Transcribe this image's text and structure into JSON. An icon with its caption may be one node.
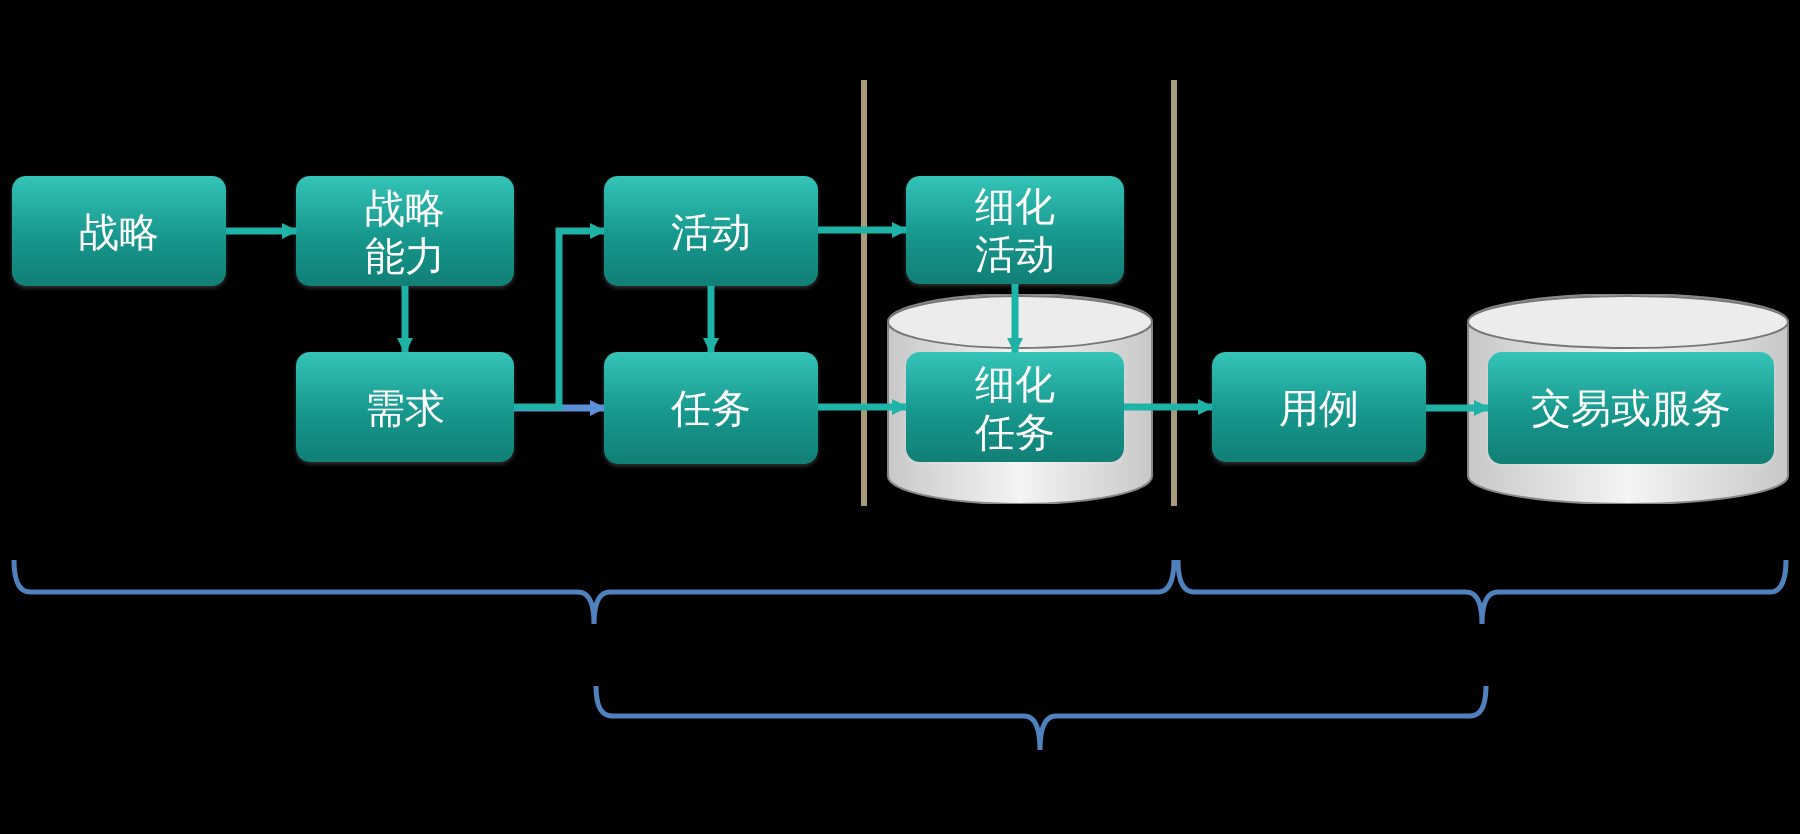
{
  "diagram": {
    "nodes": [
      {
        "text": [
          "战略"
        ]
      },
      {
        "text": [
          "战略能力"
        ]
      },
      {
        "text": [
          "需求"
        ]
      },
      {
        "text": [
          "活动"
        ]
      },
      {
        "text": [
          "任务"
        ]
      },
      {
        "text": [
          "细化活动"
        ]
      },
      {
        "text": [],
        "shape": "cylinder"
      },
      {
        "text": [
          "细化任务"
        ],
        "in": 6
      },
      {
        "text": [
          "用例"
        ]
      },
      {
        "text": [],
        "shape": "cylinder"
      },
      {
        "text": [
          "交易或服务"
        ],
        "in": 9
      }
    ],
    "edges": [
      {
        "from": 0,
        "to": 1,
        "arrow": "to"
      },
      {
        "from": 1,
        "to": 2,
        "arrow": "to"
      },
      {
        "from": 2,
        "to": 4,
        "arrow": "to",
        "color": "#5b8fd6"
      },
      {
        "from": 2,
        "to": 3,
        "arrow": "to"
      },
      {
        "from": 3,
        "to": 4,
        "arrow": "to"
      },
      {
        "from": 3,
        "to": 5,
        "arrow": "to"
      },
      {
        "from": 4,
        "to": 7,
        "arrow": "to"
      },
      {
        "from": 5,
        "to": 7,
        "arrow": "to"
      },
      {
        "from": 7,
        "to": 8,
        "arrow": "to"
      },
      {
        "from": 8,
        "to": 10,
        "arrow": "to"
      }
    ]
  }
}
